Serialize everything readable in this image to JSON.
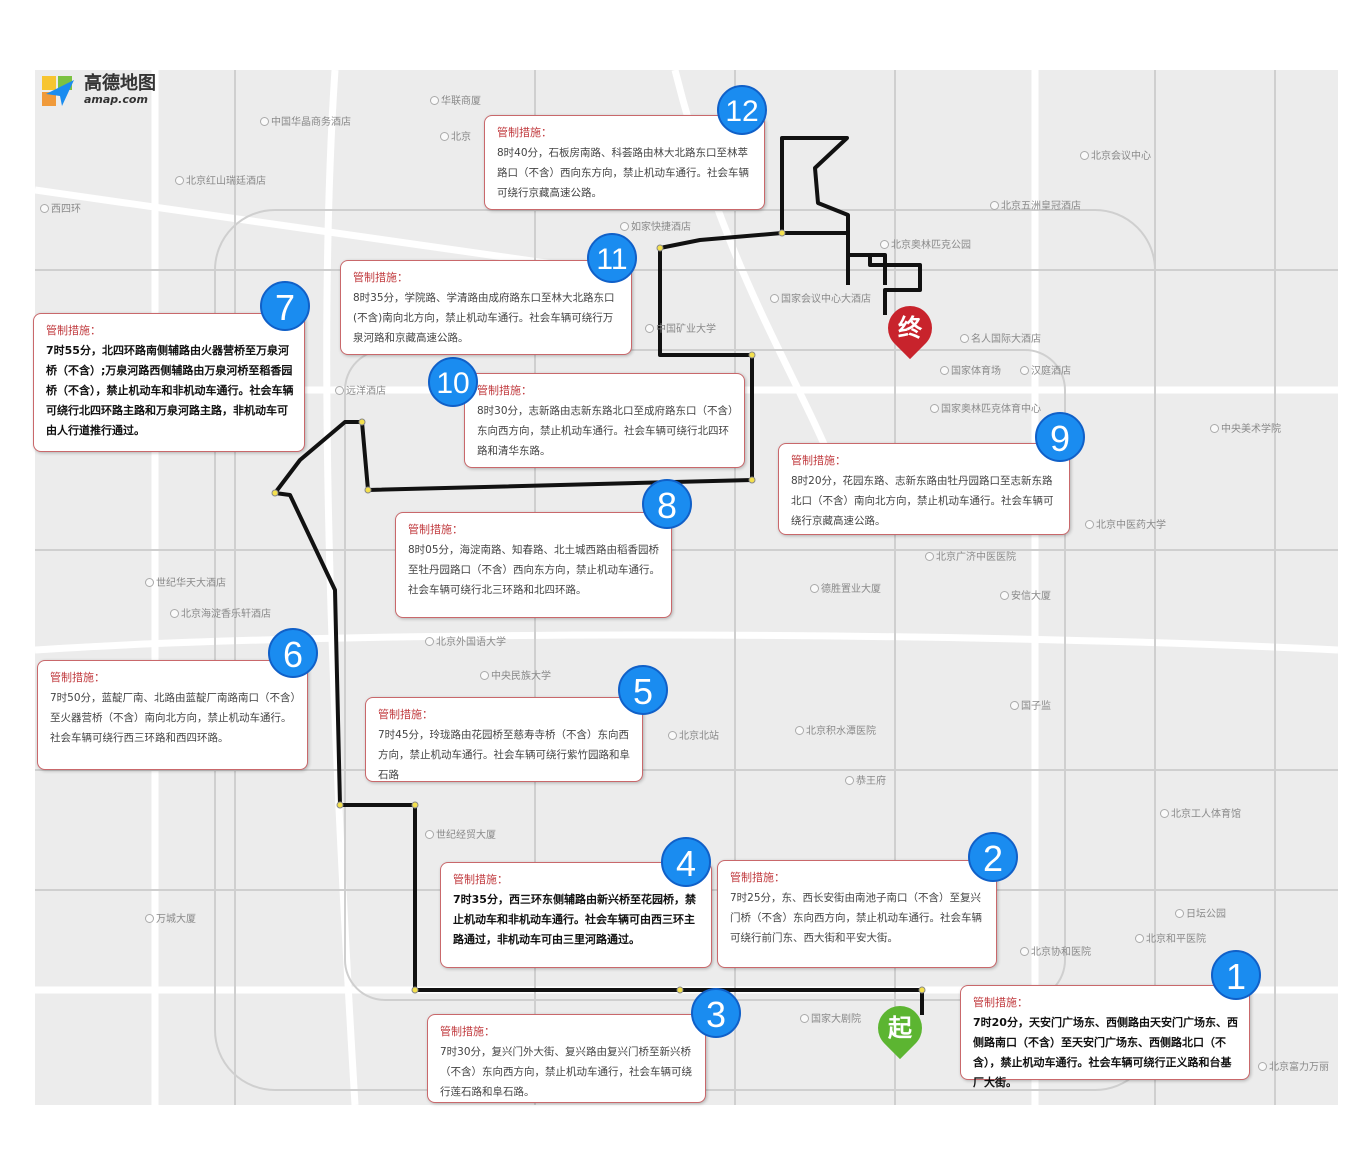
{
  "logo": {
    "name": "高德地图",
    "domain": "amap.com"
  },
  "heading": "管制措施：",
  "callouts": [
    {
      "n": "1",
      "text": "7时20分，天安门广场东、西侧路由天安门广场东、西侧路南口（不含）至天安门广场东、西侧路北口（不含），禁止机动车通行。社会车辆可绕行正义路和台基厂大街。"
    },
    {
      "n": "2",
      "text": "7时25分，东、西长安街由南池子南口（不含）至复兴门桥（不含）东向西方向，禁止机动车通行。社会车辆可绕行前门东、西大街和平安大街。"
    },
    {
      "n": "3",
      "text": "7时30分，复兴门外大街、复兴路由复兴门桥至新兴桥（不含）东向西方向，禁止机动车通行，社会车辆可绕行莲石路和阜石路。"
    },
    {
      "n": "4",
      "text": "7时35分，西三环东侧辅路由新兴桥至花园桥，禁止机动车和非机动车通行。社会车辆可由西三环主路通过，非机动车可由三里河路通过。"
    },
    {
      "n": "5",
      "text": "7时45分，玲珑路由花园桥至慈寿寺桥（不含）东向西方向，禁止机动车通行。社会车辆可绕行紫竹园路和阜石路"
    },
    {
      "n": "6",
      "text": "7时50分，蓝靛厂南、北路由蓝靛厂南路南口（不含）至火器营桥（不含）南向北方向，禁止机动车通行。社会车辆可绕行西三环路和西四环路。"
    },
    {
      "n": "7",
      "text": "7时55分，北四环路南侧辅路由火器营桥至万泉河桥（不含）;万泉河路西侧辅路由万泉河桥至稻香园桥（不含），禁止机动车和非机动车通行。社会车辆可绕行北四环路主路和万泉河路主路，非机动车可由人行道推行通过。"
    },
    {
      "n": "8",
      "text": "8时05分，海淀南路、知春路、北土城西路由稻香园桥至牡丹园路口（不含）西向东方向，禁止机动车通行。社会车辆可绕行北三环路和北四环路。"
    },
    {
      "n": "9",
      "text": "8时20分，花园东路、志新东路由牡丹园路口至志新东路北口（不含）南向北方向，禁止机动车通行。社会车辆可绕行京藏高速公路。"
    },
    {
      "n": "10",
      "text": "8时30分，志新路由志新东路北口至成府路东口（不含）东向西方向，禁止机动车通行。社会车辆可绕行北四环路和清华东路。"
    },
    {
      "n": "11",
      "text": "8时35分，学院路、学清路由成府路东口至林大北路东口(不含)南向北方向，禁止机动车通行。社会车辆可绕行万泉河路和京藏高速公路。"
    },
    {
      "n": "12",
      "text": "8时40分，石板房南路、科荟路由林大北路东口至林萃路口（不含）西向东方向，禁止机动车通行。社会车辆可绕行京藏高速公路。"
    }
  ],
  "markers": {
    "start": "起",
    "end": "终"
  },
  "places": [
    "中国华晶商务酒店",
    "北京红山瑞廷酒店",
    "西四环",
    "北京",
    "华联商厦",
    "如家快捷酒店",
    "国家会议中心大酒店",
    "北京奥林匹克公园",
    "国家体育场",
    "汉庭酒店",
    "北京会议中心",
    "北京五洲皇冠酒店",
    "名人国际大酒店",
    "国家奥林匹克体育中心",
    "中央美术学院",
    "北京中医药大学",
    "北京广济中医医院",
    "安信大厦",
    "德胜置业大厦",
    "北京外国语大学",
    "中央民族大学",
    "北京北站",
    "北京积水潭医院",
    "恭王府",
    "国子监",
    "北京工人体育馆",
    "北京和平医院",
    "北京协和医院",
    "日坛公园",
    "世纪华天大酒店",
    "北京海淀香乐轩酒店",
    "万城大厦",
    "世纪经贸大厦",
    "国家大剧院",
    "中国矿业大学",
    "远洋酒店",
    "北京富力万丽"
  ],
  "colors": {
    "route": "#111111",
    "badge": "#1a8cf0",
    "callout_border": "#c9686b",
    "heading": "#c0393d",
    "start": "#5cb531",
    "end": "#c8232c"
  }
}
